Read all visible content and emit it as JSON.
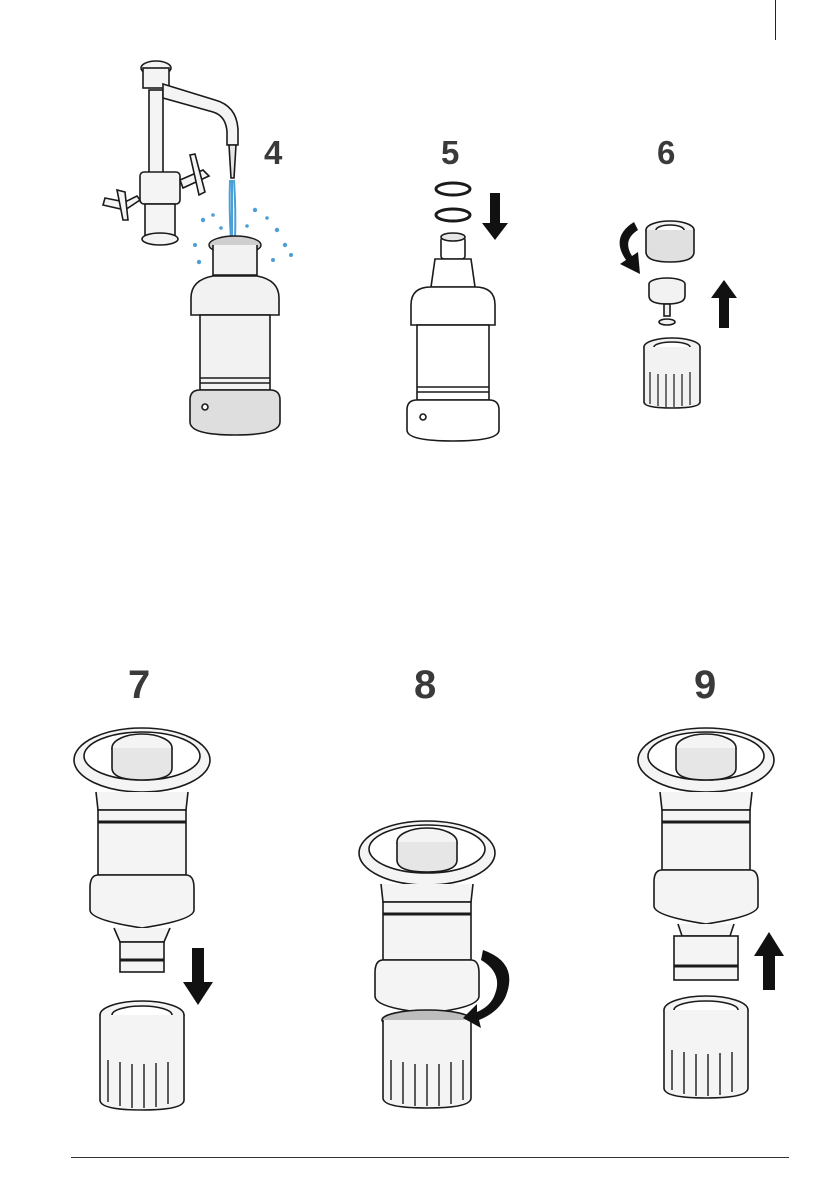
{
  "steps": {
    "s4": "4",
    "s5": "5",
    "s6": "6",
    "s7": "7",
    "s8": "8",
    "s9": "9"
  },
  "colors": {
    "line": "#1a1a1a",
    "body_fill": "#f2f2f2",
    "shade": "#d8d8d8",
    "water": "#4a9fd6",
    "arrow": "#111111",
    "number": "#3a3a3a"
  }
}
